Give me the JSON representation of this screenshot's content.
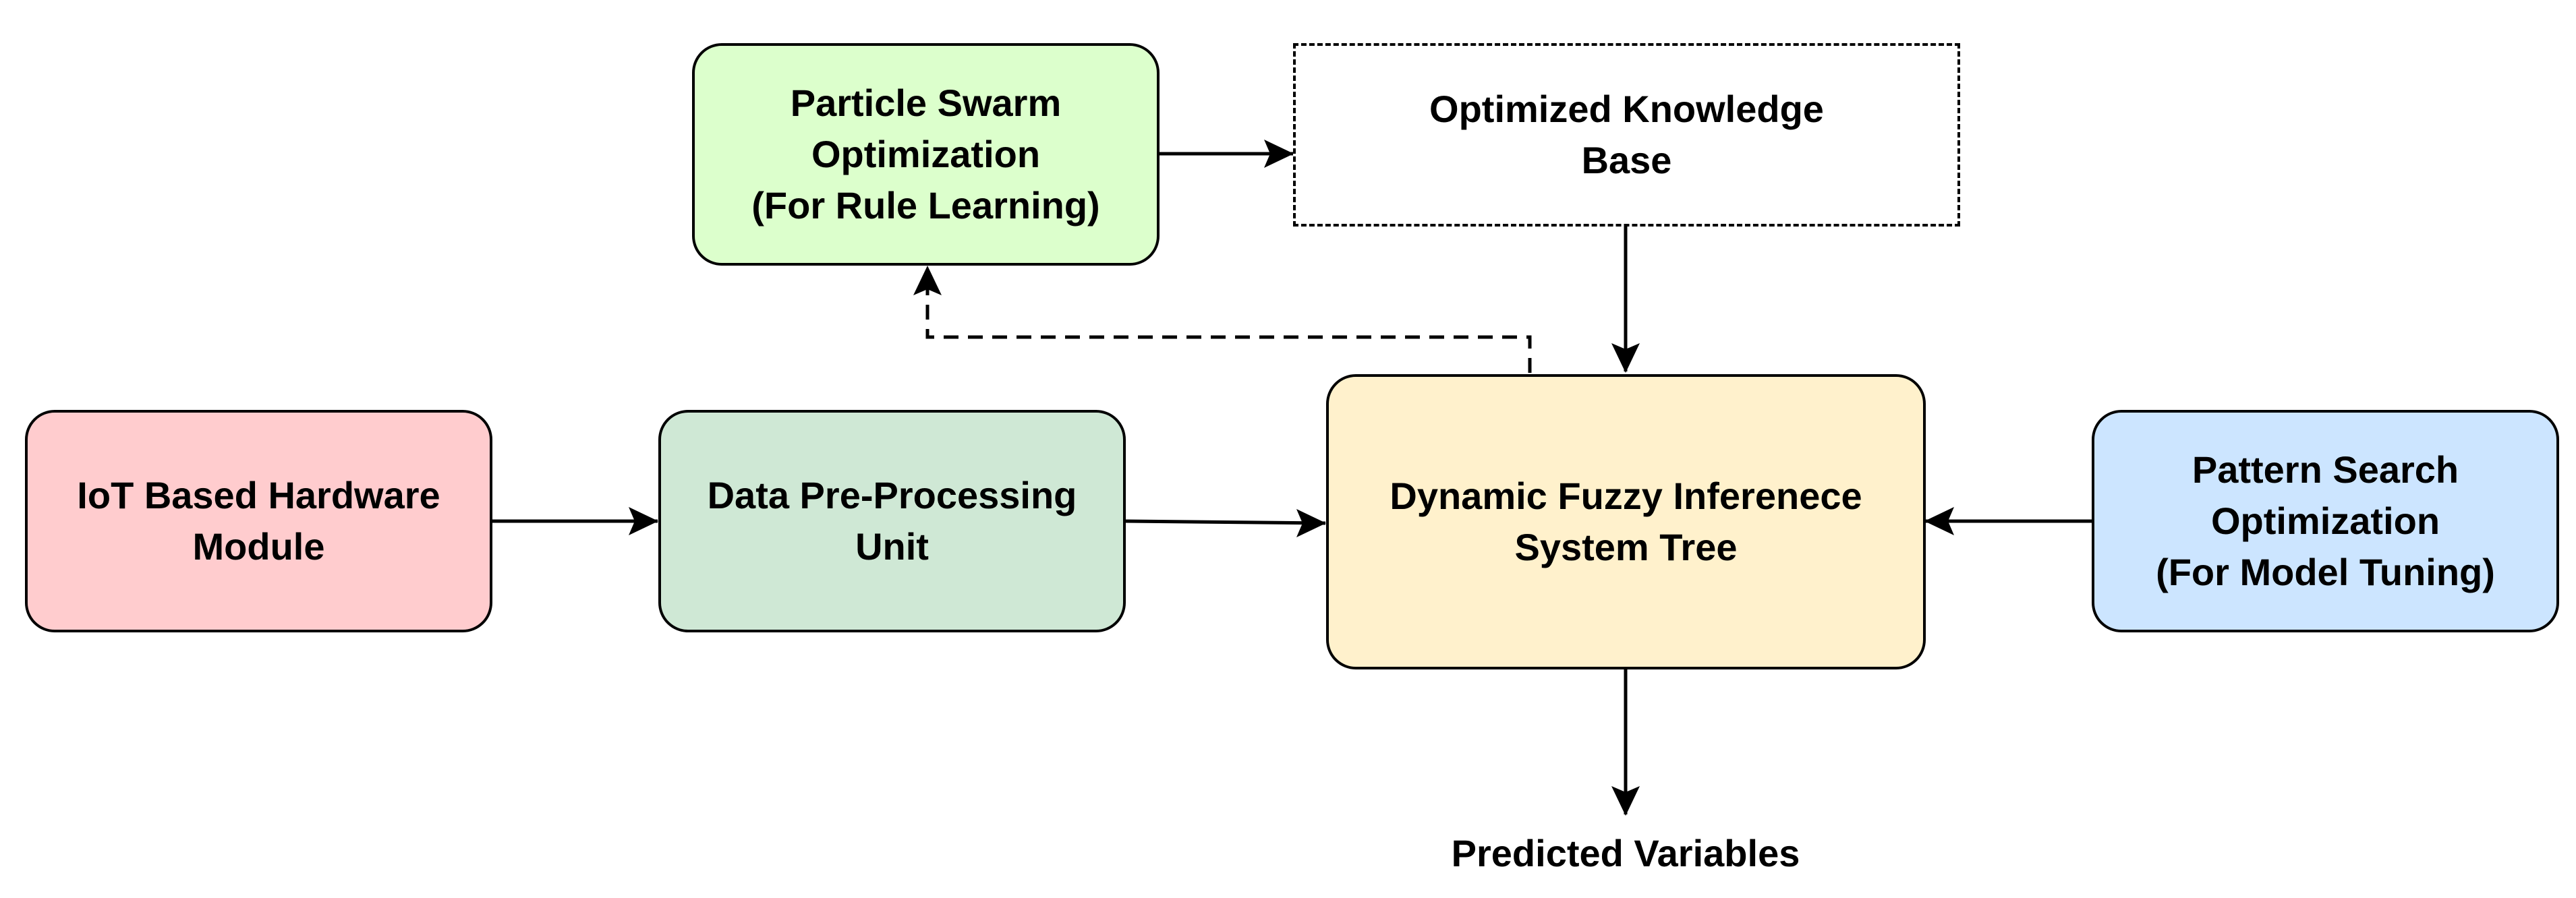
{
  "nodes": {
    "iot": {
      "lines": [
        "IoT Based Hardware",
        "Module"
      ],
      "fill": "#ffccce"
    },
    "preprocessing": {
      "lines": [
        "Data Pre-Processing",
        "Unit"
      ],
      "fill": "#cfe8d5"
    },
    "pso": {
      "lines": [
        "Particle Swarm",
        "Optimization",
        "(For Rule Learning)"
      ],
      "fill": "#dcffcc"
    },
    "knowledge_base": {
      "lines": [
        "Optimized Knowledge",
        "Base"
      ],
      "fill": "#ffffff"
    },
    "fis_tree": {
      "lines": [
        "Dynamic Fuzzy Inferenece",
        "System Tree"
      ],
      "fill": "#fff1cc"
    },
    "pattern_search": {
      "lines": [
        "Pattern Search",
        "Optimization",
        "(For Model Tuning)"
      ],
      "fill": "#cce5ff"
    }
  },
  "output_label": "Predicted Variables",
  "colors": {
    "stroke": "#000000",
    "background": "#ffffff"
  }
}
